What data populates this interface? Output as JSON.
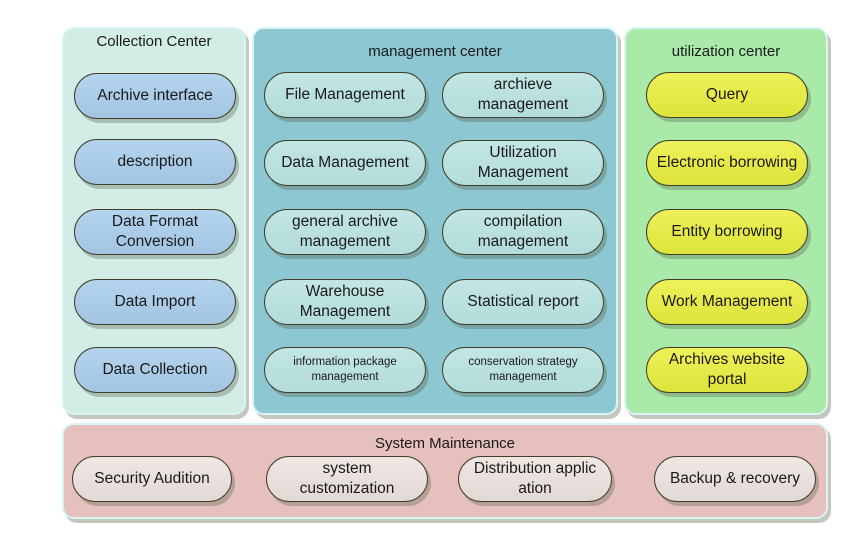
{
  "panels": {
    "collection": {
      "title": "Collection Center",
      "color": "#d2ece6",
      "items": [
        "Archive interface",
        "description",
        "Data Format Conversion",
        "Data Import",
        "Data Collection"
      ]
    },
    "management": {
      "title": "management center",
      "color": "#8cc7d2",
      "items": [
        "File Management",
        "archieve management",
        "Data Management",
        "Utilization Management",
        "general archive management",
        "compilation management",
        "Warehouse Management",
        "Statistical report",
        "information package management",
        "conservation strategy management"
      ]
    },
    "utilization": {
      "title": "utilization center",
      "color": "#a9eaa8",
      "items": [
        "Query",
        "Electronic borrowing",
        "Entity borrowing",
        "Work Management",
        "Archives website portal"
      ]
    },
    "maintenance": {
      "title": "System Maintenance",
      "color": "#e6c0bc",
      "items": [
        "Security Audition",
        "system customization",
        "Distribution applic ation",
        "Backup & recovery"
      ]
    }
  }
}
